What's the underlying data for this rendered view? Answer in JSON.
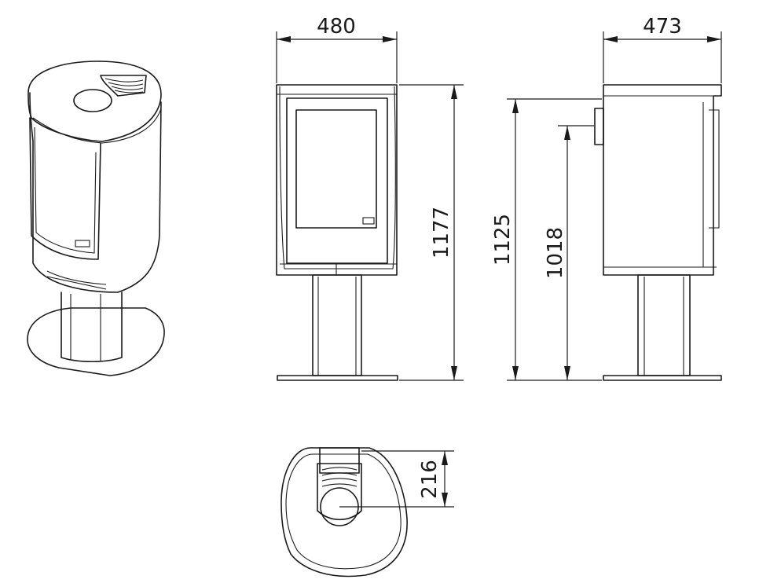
{
  "dimensions": {
    "width": "480",
    "depth": "473",
    "height_total": "1177",
    "height_body": "1125",
    "height_flue": "1018",
    "rear_flue": "216"
  },
  "colors": {
    "line": "#1a1a1a",
    "background": "#ffffff"
  }
}
